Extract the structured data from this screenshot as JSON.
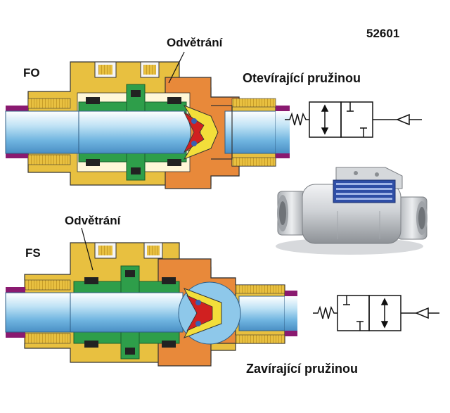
{
  "product_code": "52601",
  "top_section": {
    "state_label": "FO",
    "vent_label": "Odvětrání",
    "caption": "Otevírající pružinou"
  },
  "bottom_section": {
    "state_label": "FS",
    "vent_label": "Odvětrání",
    "caption": "Zavírající pružinou"
  },
  "colors": {
    "body_brass": "#e8c040",
    "body_orange": "#e8893a",
    "pipe_blue": "#8ec8ea",
    "piston_green": "#2e9e4a",
    "gasket_purple": "#8a1a70",
    "seal_red": "#d02020",
    "seat_yellow": "#f3de3a",
    "valve_steel": "#c9ccd0"
  }
}
